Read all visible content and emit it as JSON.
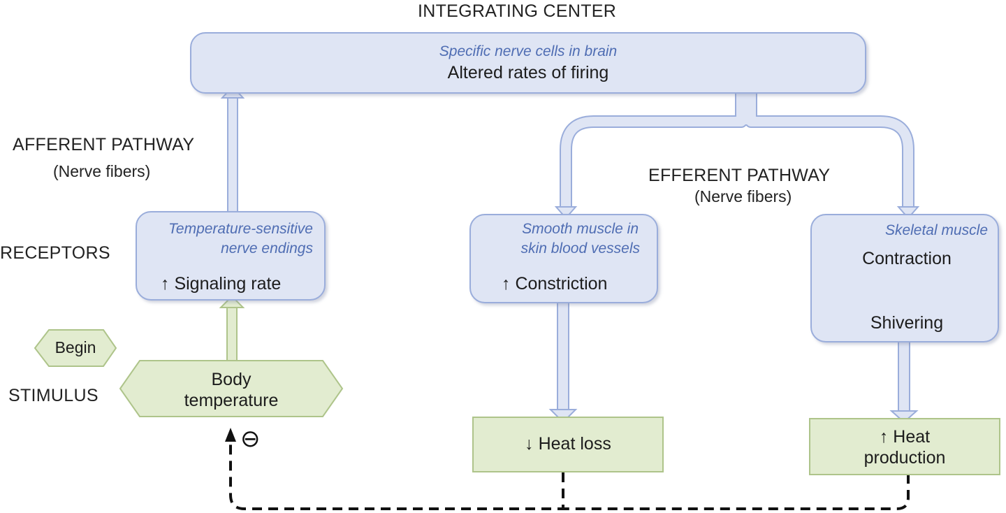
{
  "integrating_center": {
    "heading": "INTEGRATING CENTER",
    "subtitle": "Specific nerve cells in brain",
    "text": "Altered rates of firing"
  },
  "afferent": {
    "title": "AFFERENT PATHWAY",
    "sub": "(Nerve fibers)"
  },
  "efferent": {
    "title": "EFFERENT PATHWAY",
    "sub": "(Nerve fibers)"
  },
  "receptors": {
    "label": "RECEPTORS",
    "subtitle_line1": "Temperature-sensitive",
    "subtitle_line2": "nerve endings",
    "text": "↑ Signaling rate"
  },
  "smooth_muscle": {
    "subtitle_line1": "Smooth muscle in",
    "subtitle_line2": "skin blood vessels",
    "text": "↑ Constriction"
  },
  "skeletal_muscle": {
    "subtitle": "Skeletal muscle",
    "text1": "Contraction",
    "text2": "Shivering"
  },
  "begin": {
    "text": "Begin"
  },
  "stimulus": {
    "label": "STIMULUS",
    "line1": "Body",
    "line2": "temperature"
  },
  "heat_loss": {
    "text": "↓ Heat loss"
  },
  "heat_production": {
    "line1": "↑ Heat",
    "line2": "production"
  },
  "negative_feedback": {
    "symbol": "⊖"
  },
  "colors": {
    "box_blue_fill": "#dfe5f4",
    "box_blue_border": "#9aaddb",
    "box_green_fill": "#e2ecd0",
    "box_green_border": "#aec48a",
    "italic_text": "#4f6db3",
    "feedback_line": "#111111"
  }
}
